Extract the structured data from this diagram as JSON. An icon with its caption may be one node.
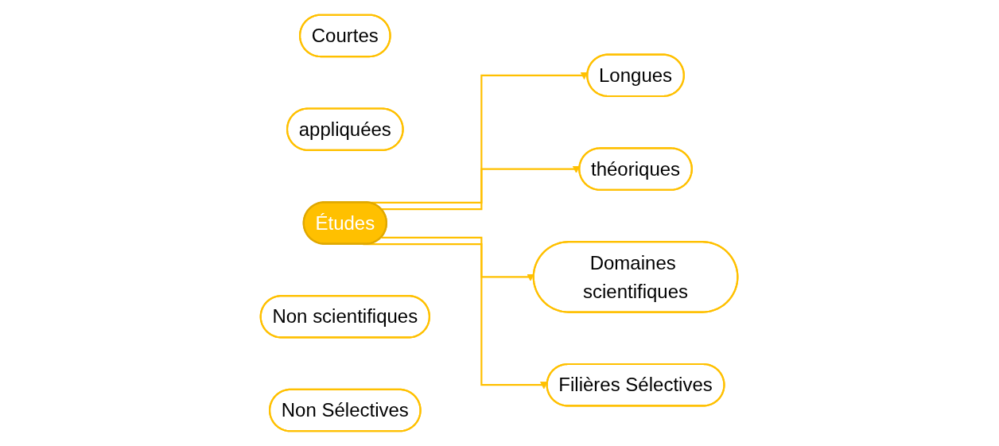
{
  "diagram": {
    "nodes": [
      {
        "text": [
          "Études"
        ]
      },
      {
        "text": [
          "Longues"
        ]
      },
      {
        "text": [
          "Courtes"
        ]
      },
      {
        "text": [
          "théoriques"
        ]
      },
      {
        "text": [
          "appliquées"
        ]
      },
      {
        "text": [
          "Domaines scientifiques"
        ]
      },
      {
        "text": [
          "Non scientifiques"
        ]
      },
      {
        "text": [
          "Filières Sélectives"
        ]
      },
      {
        "text": [
          "Non Sélectives"
        ]
      }
    ],
    "edges": [
      {
        "from": 0,
        "to": 1,
        "arrow": "to"
      },
      {
        "from": 0,
        "to": 3,
        "arrow": "to"
      },
      {
        "from": 0,
        "to": 5,
        "arrow": "to"
      },
      {
        "from": 0,
        "to": 7,
        "arrow": "to"
      }
    ]
  }
}
